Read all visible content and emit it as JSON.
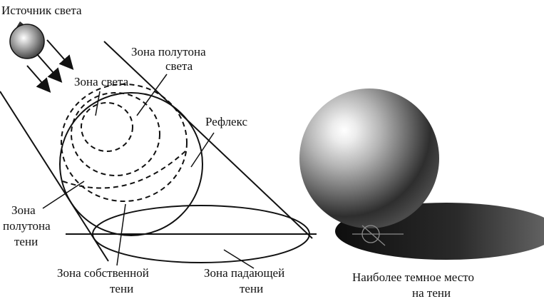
{
  "colors": {
    "ink": "#111111",
    "sphere_highlight": "#ffffff",
    "sphere_mid": "#9a9a9a",
    "sphere_dark": "#1a1a1a",
    "shadow": "#222222",
    "background": "#ffffff"
  },
  "labels": {
    "light_source": "Источник света",
    "halftone_light_1": "Зона полутона",
    "halftone_light_2": "света",
    "light_zone": "Зона света",
    "reflex": "Рефлекс",
    "halftone_shadow_1": "Зона",
    "halftone_shadow_2": "полутона",
    "halftone_shadow_3": "тени",
    "own_shadow_1": "Зона собственной",
    "own_shadow_2": "тени",
    "cast_shadow_1": "Зона падающей",
    "cast_shadow_2": "тени",
    "darkest_1": "Наиболее темное место",
    "darkest_2": "на тени"
  }
}
